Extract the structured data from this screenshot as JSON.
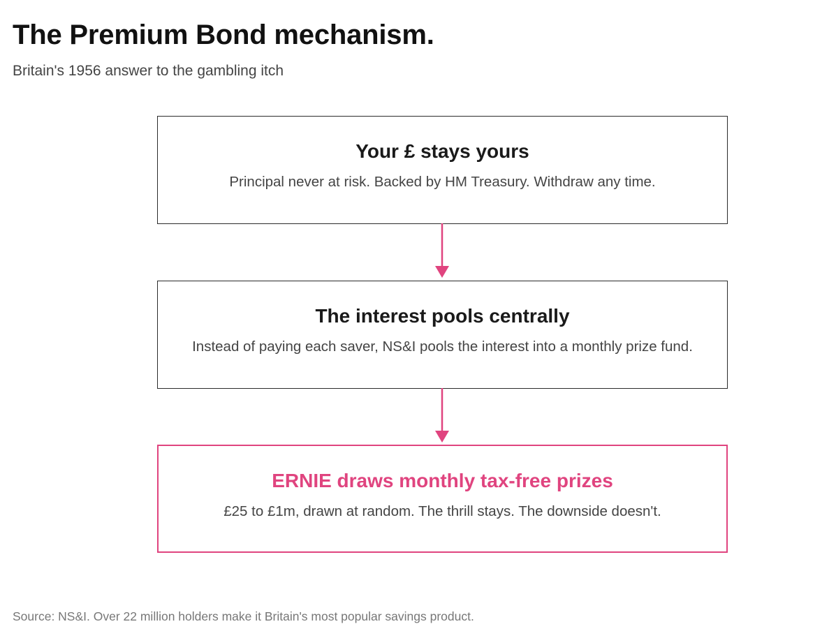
{
  "title": "The Premium Bond mechanism.",
  "subtitle": "Britain's 1956 answer to the gambling itch",
  "steps": [
    {
      "title": "Your £ stays yours",
      "description": "Principal never at risk. Backed by HM Treasury. Withdraw any time."
    },
    {
      "title": "The interest pools centrally",
      "description": "Instead of paying each saver, NS&I pools the interest into a monthly prize fund."
    },
    {
      "title": "ERNIE draws monthly tax-free prizes",
      "description": "£25 to £1m, drawn at random. The thrill stays. The downside doesn't."
    }
  ],
  "source": "Source: NS&I. Over 22 million holders make it Britain's most popular savings product.",
  "colors": {
    "accent": "#e0447f",
    "border": "#2b2b2b",
    "text": "#1a1a1a",
    "muted": "#444444",
    "source": "#777777"
  }
}
